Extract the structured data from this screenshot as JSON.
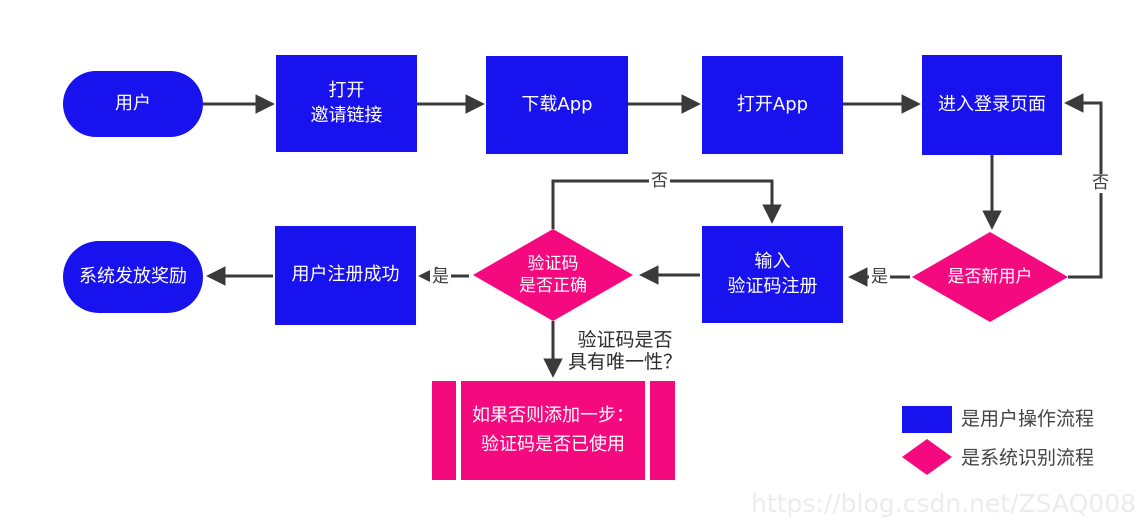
{
  "colors": {
    "user_flow": "#1712ee",
    "system_flow": "#f5097f",
    "arrow": "#3a3a3a",
    "watermark": "#ececec"
  },
  "nodes": {
    "user": "用户",
    "open_invite": "打开\n邀请链接",
    "download_app": "下载App",
    "open_app": "打开App",
    "enter_login": "进入登录页面",
    "is_new_user": "是否新用户",
    "input_code": "输入\n验证码注册",
    "code_correct": "验证码\n是否正确",
    "register_success": "用户注册成功",
    "system_reward": "系统发放奖励",
    "note": "如果否则添加一步：\n验证码是否已使用"
  },
  "edge_labels": {
    "new_user_no": "否",
    "new_user_yes": "是",
    "code_no": "否",
    "code_yes": "是"
  },
  "annotation": "验证码是否\n具有唯一性？",
  "legend": {
    "user_flow": "是用户操作流程",
    "system_flow": "是系统识别流程"
  },
  "watermark": "https://blog.csdn.net/ZSAQ008"
}
